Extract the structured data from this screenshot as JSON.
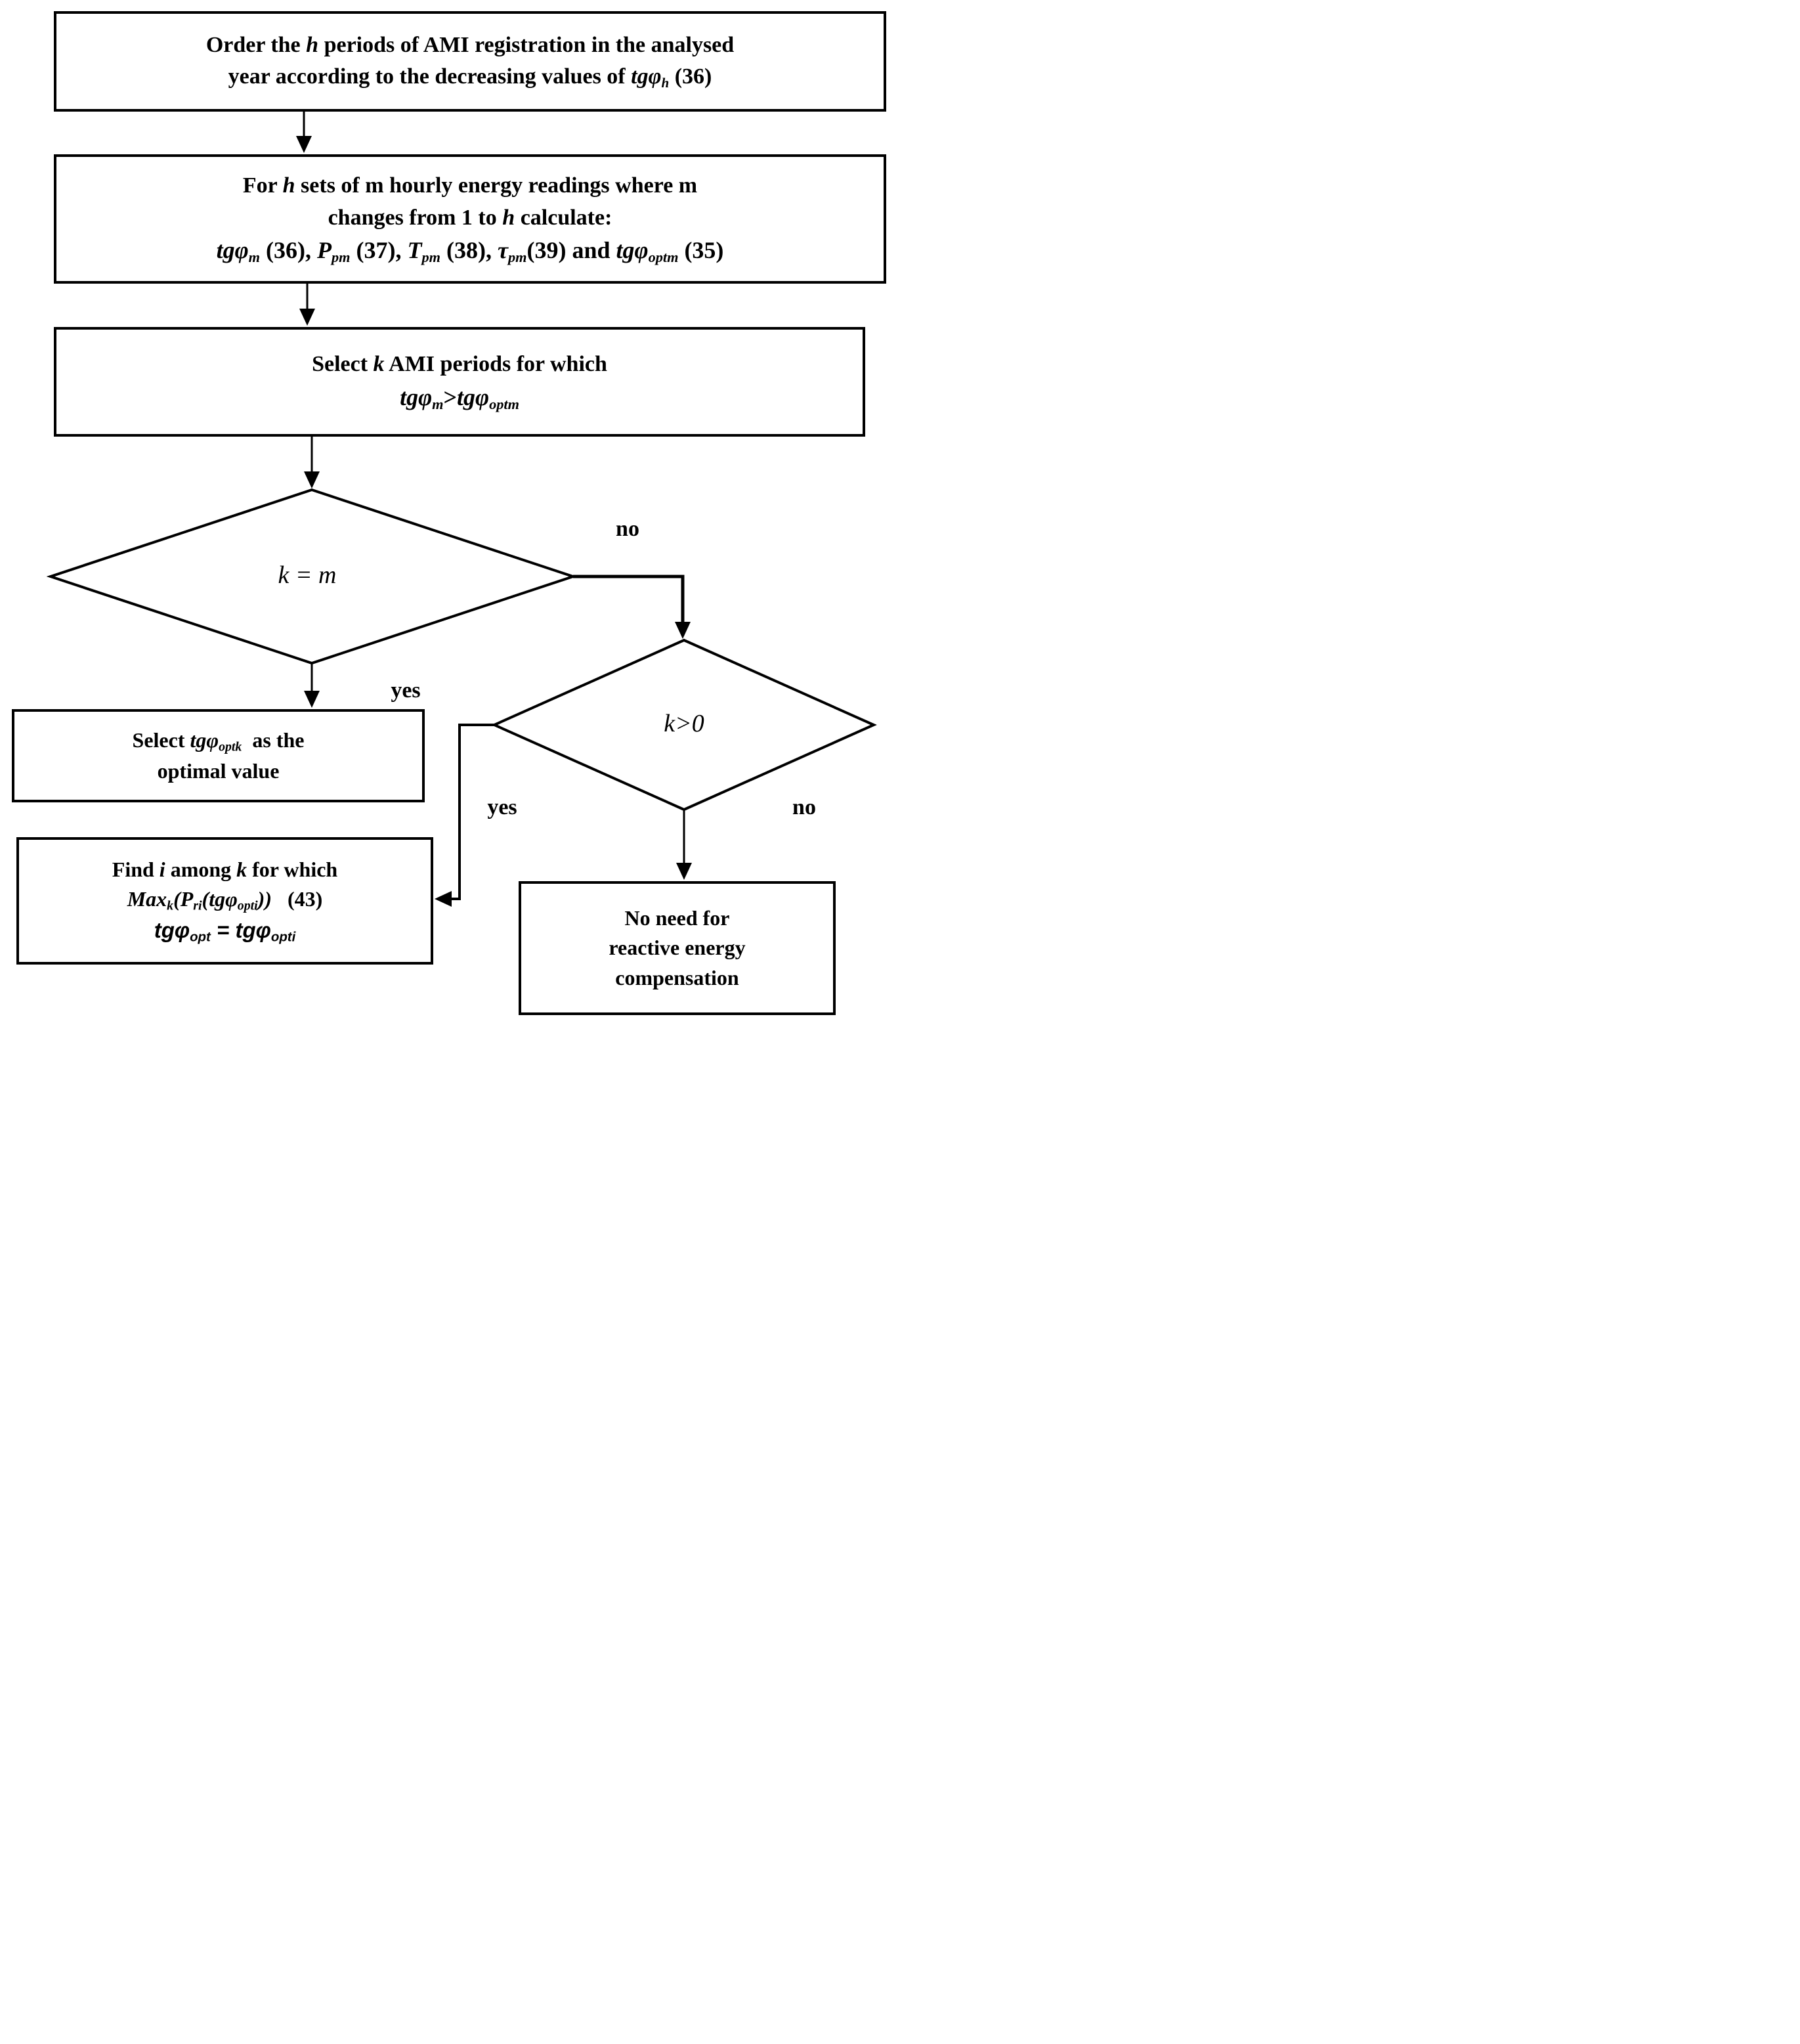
{
  "boxes": {
    "order": {
      "lines": [
        [
          {
            "t": "Order the "
          },
          {
            "t": "h",
            "i": 1
          },
          {
            "t": " periods of AMI registration in the analysed"
          }
        ],
        [
          {
            "t": "year according to the decreasing values of "
          },
          {
            "t": "tgφ",
            "i": 1
          },
          {
            "t": "h",
            "sub": 1
          },
          {
            "t": " (36)"
          }
        ]
      ]
    },
    "calculate": {
      "lines": [
        [
          {
            "t": "For "
          },
          {
            "t": "h",
            "i": 1
          },
          {
            "t": " sets of m hourly energy readings where m"
          }
        ],
        [
          {
            "t": "changes from 1 to "
          },
          {
            "t": "h",
            "i": 1
          },
          {
            "t": " calculate:"
          }
        ],
        [
          {
            "t": "tgφ",
            "i": 1
          },
          {
            "t": "m",
            "sub": 1
          },
          {
            "t": " (36), "
          },
          {
            "t": "P",
            "i": 1
          },
          {
            "t": "pm",
            "sub": 1
          },
          {
            "t": " (37), "
          },
          {
            "t": "T",
            "i": 1
          },
          {
            "t": "pm",
            "sub": 1
          },
          {
            "t": " (38), "
          },
          {
            "t": "τ",
            "i": 1
          },
          {
            "t": "pm",
            "sub": 1
          },
          {
            "t": "(39) and "
          },
          {
            "t": "tgφ",
            "i": 1
          },
          {
            "t": "optm",
            "sub": 1
          },
          {
            "t": " (35)"
          }
        ]
      ]
    },
    "select_k": {
      "lines": [
        [
          {
            "t": "Select "
          },
          {
            "t": "k",
            "i": 1
          },
          {
            "t": " AMI periods for which"
          }
        ],
        [
          {
            "t": "tgφ",
            "i": 1
          },
          {
            "t": "m",
            "sub": 1
          },
          {
            "t": ">"
          },
          {
            "t": "tgφ",
            "i": 1
          },
          {
            "t": "optm",
            "sub": 1
          }
        ]
      ]
    },
    "select_optimal": {
      "lines": [
        [
          {
            "t": "Select "
          },
          {
            "t": "tgφ",
            "i": 1
          },
          {
            "t": "optk",
            "sub": 1
          },
          {
            "t": "  as the"
          }
        ],
        [
          {
            "t": "optimal value"
          }
        ]
      ]
    },
    "find_i": {
      "lines": [
        [
          {
            "t": "Find "
          },
          {
            "t": "i",
            "i": 1
          },
          {
            "t": " among "
          },
          {
            "t": "k",
            "i": 1
          },
          {
            "t": " for which"
          }
        ],
        [
          {
            "t": "Max",
            "i": 1
          },
          {
            "t": "k",
            "sub": 1
          },
          {
            "t": "(P",
            "i": 1
          },
          {
            "t": "ri",
            "sub": 1
          },
          {
            "t": "(tgφ",
            "i": 1
          },
          {
            "t": "opti",
            "sub": 1
          },
          {
            "t": "))",
            "i": 1
          },
          {
            "t": "   (43)"
          }
        ],
        [
          {
            "t": "tgφ",
            "i": 1
          },
          {
            "t": "opt",
            "sub": 1
          },
          {
            "t": " = "
          },
          {
            "t": "tgφ",
            "i": 1
          },
          {
            "t": "opti",
            "sub": 1
          }
        ]
      ]
    },
    "no_compensation": {
      "lines": [
        [
          {
            "t": "No need for"
          }
        ],
        [
          {
            "t": "reactive energy"
          }
        ],
        [
          {
            "t": "compensation"
          }
        ]
      ]
    }
  },
  "decisions": {
    "k_equals_m": {
      "label": [
        {
          "t": "k",
          "i": 1
        },
        {
          "t": " = "
        },
        {
          "t": "m",
          "i": 1
        }
      ]
    },
    "k_gt_0": {
      "label": [
        {
          "t": "k",
          "i": 1
        },
        {
          "t": ">"
        },
        {
          "t": "0",
          "i": 1
        }
      ]
    }
  },
  "edge_labels": {
    "no1": "no",
    "yes1": "yes",
    "yes2": "yes",
    "no2": "no"
  },
  "colors": {
    "line": "#000000",
    "background": "#ffffff"
  }
}
